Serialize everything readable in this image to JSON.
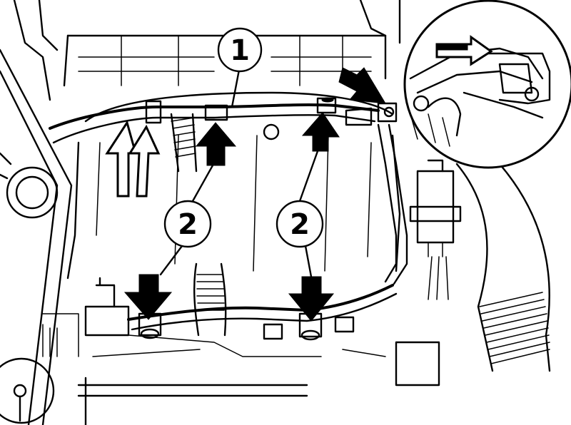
{
  "callouts": [
    {
      "id": "callout-1",
      "label": "1"
    },
    {
      "id": "callout-2-left",
      "label": "2"
    },
    {
      "id": "callout-2-right",
      "label": "2"
    }
  ],
  "colors": {
    "ink": "#000000",
    "paper": "#ffffff"
  }
}
